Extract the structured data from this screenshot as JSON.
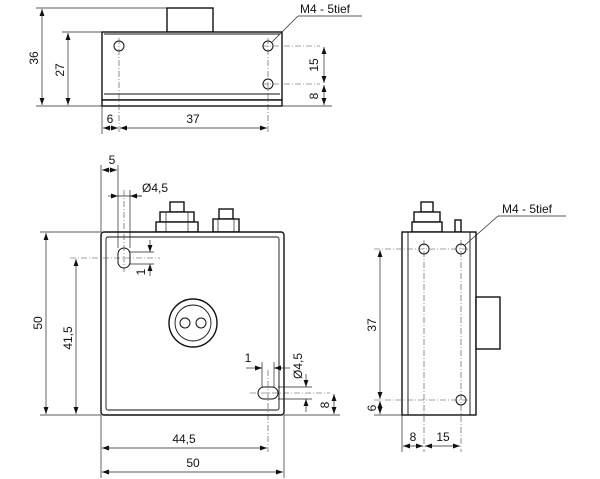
{
  "drawing": {
    "top_view": {
      "note": "M4 - 5tief",
      "dim_height_total": "36",
      "dim_height_body": "27",
      "dim_hole_spacing_v": "15",
      "dim_hole_from_bottom": "8",
      "dim_hole_from_left": "6",
      "dim_hole_spacing_h": "37"
    },
    "front_view": {
      "dim_slot_offset": "5",
      "dim_slot_diameter_top": "Ø4,5",
      "dim_slot_width_top": "1",
      "dim_slot_width_bottom": "1",
      "dim_slot_diameter_bottom": "Ø4,5",
      "dim_slot_from_bottom": "8",
      "dim_height": "50",
      "dim_slot_height": "41,5",
      "dim_slot_spacing_h": "44,5",
      "dim_width": "50"
    },
    "side_view": {
      "note": "M4 - 5tief",
      "dim_hole_spacing_v": "37",
      "dim_hole_from_bottom": "6",
      "dim_hole_from_left": "8",
      "dim_hole_spacing_h": "15"
    }
  }
}
